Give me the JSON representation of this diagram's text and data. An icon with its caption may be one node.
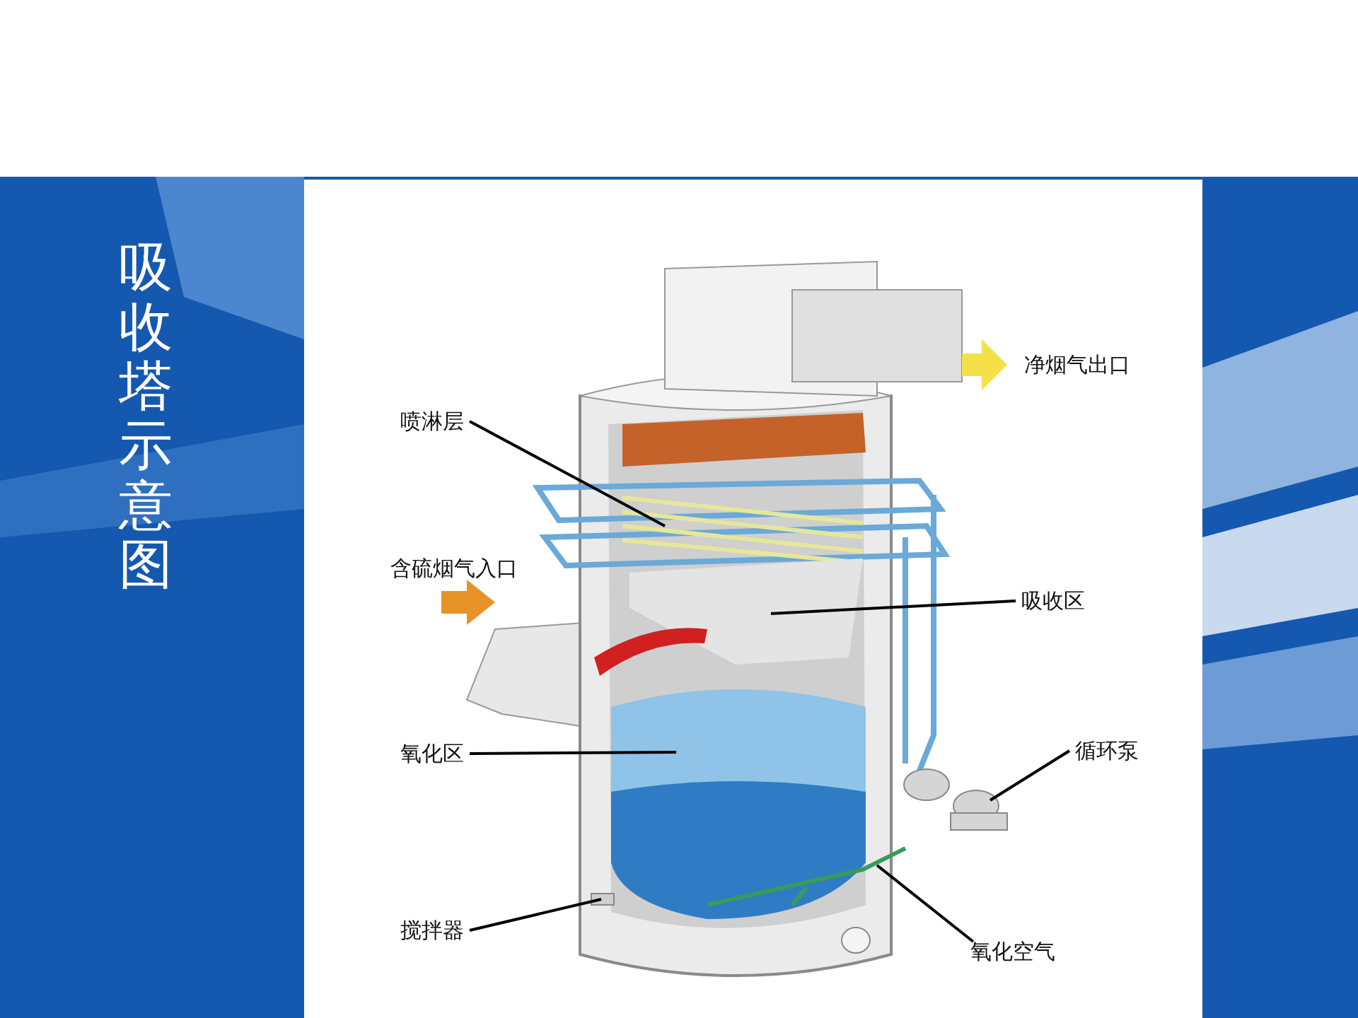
{
  "diagram": {
    "title": "吸收塔示意图",
    "nodes": [
      {
        "text": [
          "喷淋层"
        ]
      },
      {
        "text": [
          "吸收区"
        ]
      },
      {
        "text": [
          "氧化区"
        ]
      },
      {
        "text": [
          "循环泵"
        ]
      },
      {
        "text": [
          "搅拌器"
        ]
      },
      {
        "text": [
          "氧化空气"
        ]
      }
    ],
    "edges": [
      {
        "from": 0,
        "to": null,
        "arrow": "none"
      },
      {
        "from": 1,
        "to": null,
        "arrow": "none"
      },
      {
        "from": 2,
        "to": null,
        "arrow": "none"
      },
      {
        "from": 3,
        "to": null,
        "arrow": "none"
      },
      {
        "from": 4,
        "to": null,
        "arrow": "none"
      },
      {
        "from": 5,
        "to": null,
        "arrow": "none"
      }
    ],
    "labels": [
      "净烟气出口",
      "含硫烟气入口"
    ]
  }
}
